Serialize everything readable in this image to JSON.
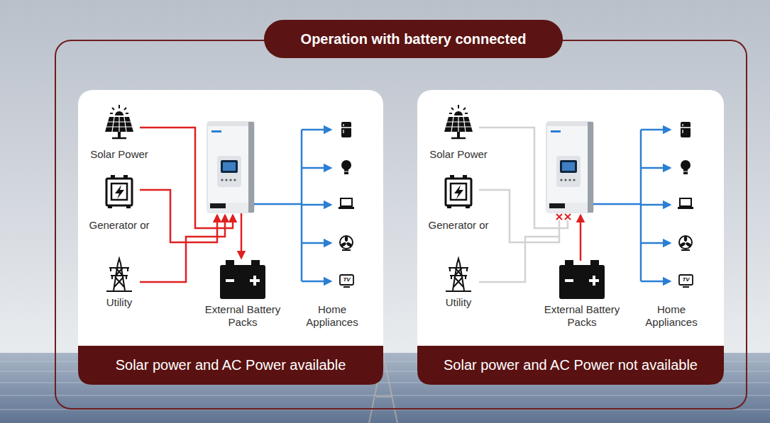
{
  "diagram": {
    "title": "Operation with battery connected",
    "nodes": [
      {
        "text": [
          "Solar power and AC Power available"
        ]
      },
      {
        "text": [
          "Solar Power"
        ],
        "in": 0
      },
      {
        "text": [
          "Generator or"
        ],
        "in": 0
      },
      {
        "text": [
          "Utility"
        ],
        "in": 0
      },
      {
        "text": [
          "External Battery Packs"
        ],
        "in": 0
      },
      {
        "text": [
          "Home Appliances"
        ],
        "in": 0
      },
      {
        "text": [
          "Solar power and AC Power not available"
        ]
      },
      {
        "text": [
          "Solar Power"
        ],
        "in": 6
      },
      {
        "text": [
          "Generator or"
        ],
        "in": 6
      },
      {
        "text": [
          "Utility"
        ],
        "in": 6
      },
      {
        "text": [
          "External Battery Packs"
        ],
        "in": 6
      },
      {
        "text": [
          "Home Appliances"
        ],
        "in": 6
      }
    ],
    "labels": [
      "TV",
      "TV"
    ]
  }
}
